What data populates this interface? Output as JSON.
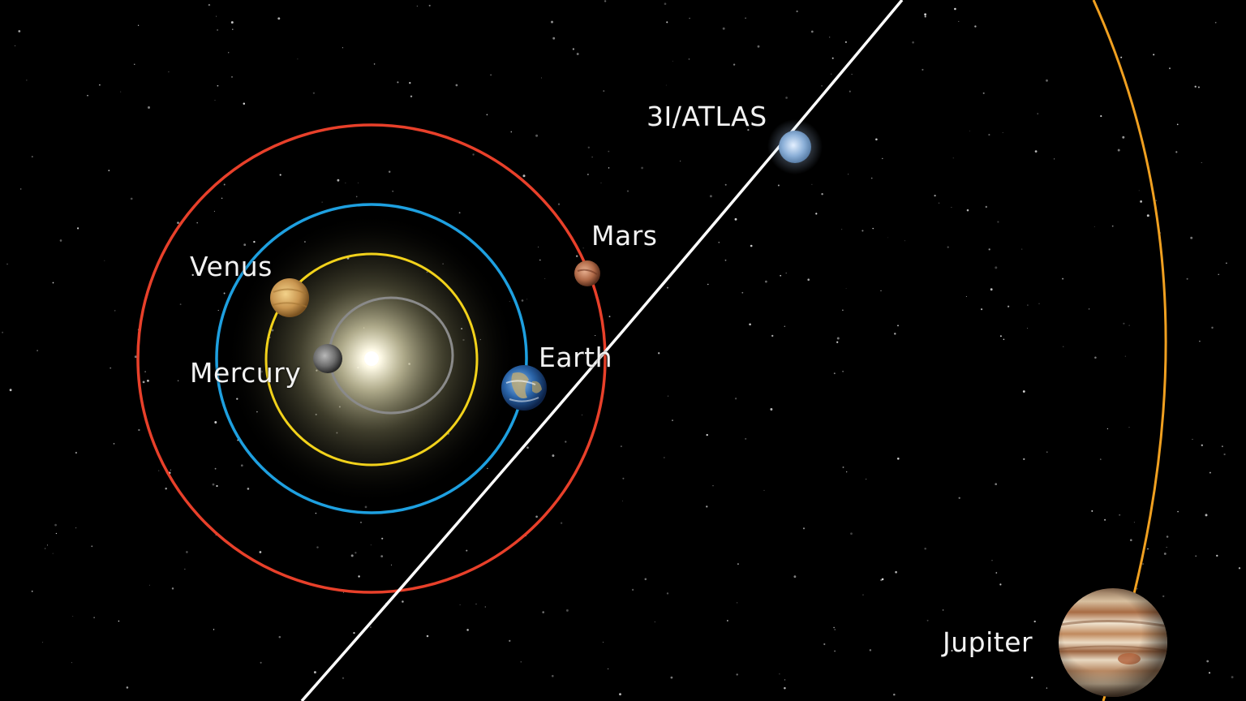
{
  "labels": {
    "venus": "Venus",
    "mercury": "Mercury",
    "earth": "Earth",
    "mars": "Mars",
    "atlas": "3I/ATLAS",
    "jupiter": "Jupiter"
  },
  "colors": {
    "background": "#000000",
    "mercury_orbit": "#8a8a8a",
    "venus_orbit": "#f2d21b",
    "earth_orbit": "#1ea0e0",
    "mars_orbit": "#e8402a",
    "jupiter_orbit": "#f0a020",
    "atlas_trajectory": "#ffffff"
  },
  "icons": {
    "sun": "sun-icon",
    "mercury": "mercury-planet-icon",
    "venus": "venus-planet-icon",
    "earth": "earth-planet-icon",
    "mars": "mars-planet-icon",
    "jupiter": "jupiter-planet-icon",
    "atlas": "comet-icon"
  }
}
